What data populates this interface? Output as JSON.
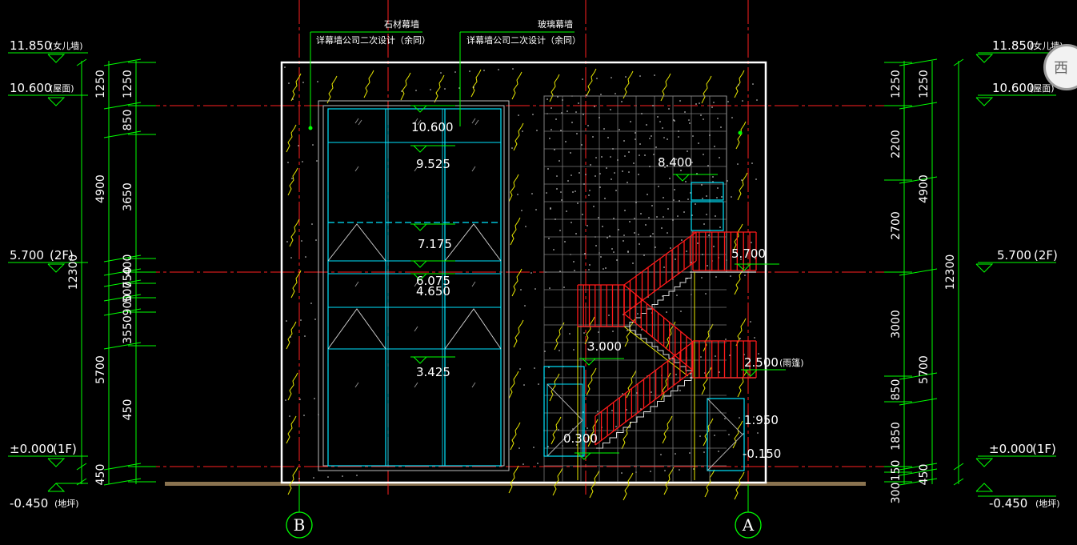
{
  "drawing": {
    "callouts": {
      "stone": {
        "title": "石材幕墙",
        "note": "详幕墙公司二次设计（余同）"
      },
      "glass": {
        "title": "玻璃幕墙",
        "note": "详幕墙公司二次设计（余同）"
      }
    },
    "left_levels": [
      {
        "value": "11.850",
        "note": "(女儿墙)"
      },
      {
        "value": "10.600",
        "note": "(屋面)"
      },
      {
        "value": "5.700",
        "note": "(2F)"
      },
      {
        "value": "±0.000",
        "note": "(1F)"
      },
      {
        "value": "-0.450",
        "note": "(地坪)"
      }
    ],
    "right_levels": [
      {
        "value": "11.850",
        "note": "(女儿墙)"
      },
      {
        "value": "10.600",
        "note": "(屋面)"
      },
      {
        "value": "5.700",
        "note": "(2F)"
      },
      {
        "value": "±0.000",
        "note": "(1F)"
      },
      {
        "value": "-0.450",
        "note": "(地坪)"
      }
    ],
    "left_dims": {
      "overall": "12300",
      "outer": [
        "1250",
        "4900",
        "5700",
        "450"
      ],
      "inner": [
        "1250",
        "850",
        "3650",
        "400",
        "750",
        "500",
        "900",
        "3550",
        "450"
      ]
    },
    "right_dims": {
      "overall": "12300",
      "outer": [
        "1250",
        "4900",
        "5700",
        "450"
      ],
      "inner": [
        "1250",
        "2200",
        "2700",
        "3000",
        "850",
        "1850",
        "150",
        "300"
      ]
    },
    "window_levels": [
      "10.600",
      "9.525",
      "7.175",
      "6.075",
      "4.650",
      "3.425"
    ],
    "stair_levels": [
      {
        "value": "8.400",
        "note": ""
      },
      {
        "value": "5.700",
        "note": ""
      },
      {
        "value": "3.000",
        "note": ""
      },
      {
        "value": "2.500",
        "note": "(雨篷)"
      },
      {
        "value": "1.950",
        "note": ""
      },
      {
        "value": "0.300",
        "note": ""
      },
      {
        "value": "-0.150",
        "note": ""
      }
    ],
    "axes": [
      "B",
      "A"
    ],
    "view_direction": "西",
    "colors": {
      "background": "#000000",
      "dimension": "#00ff00",
      "axis_line": "#ff0000",
      "outline": "#ffffff",
      "stone_hatch": "#ffff00",
      "glass_frame": "#00ffff",
      "railing": "#ff0000",
      "ground": "#8a7350"
    }
  }
}
